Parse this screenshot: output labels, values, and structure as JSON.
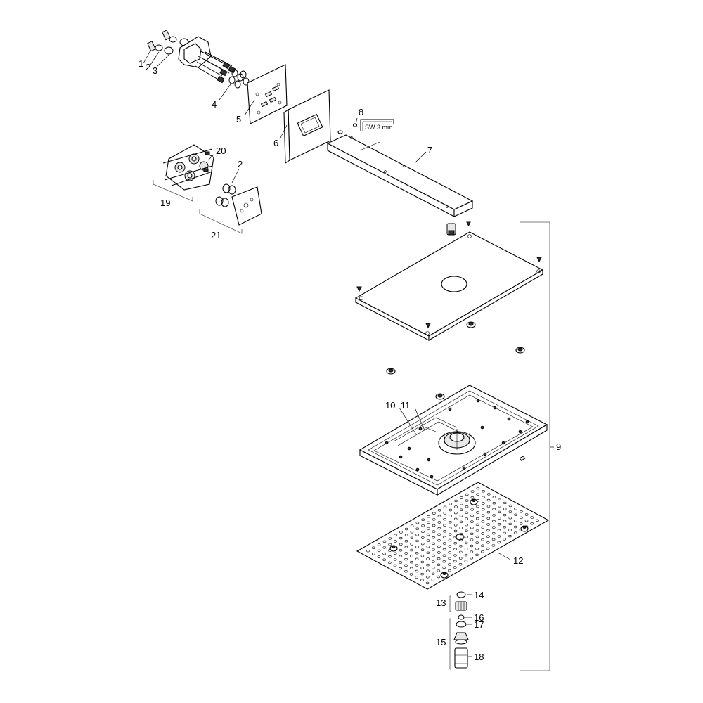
{
  "callouts": {
    "c1": "1",
    "c2": "2",
    "c3": "3",
    "c4": "4",
    "c5": "5",
    "c6": "6",
    "c7": "7",
    "c8": "8",
    "c9": "9",
    "c10_11": "10–11",
    "c12": "12",
    "c13": "13",
    "c14": "14",
    "c15": "15",
    "c16": "16",
    "c17": "17",
    "c18": "18",
    "c19": "19",
    "c20": "20",
    "c2b": "2",
    "c21": "21"
  },
  "tool_label": "SW 3 mm"
}
